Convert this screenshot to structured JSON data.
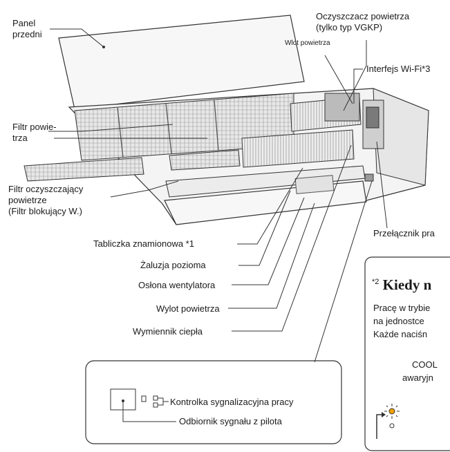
{
  "labels": {
    "front_panel": "Panel\nprzedni",
    "air_purifier": "Oczyszczacz powietrza\n(tylko typ VGKP)",
    "air_inlet": "Wlot powietrza",
    "wifi": "Interfejs Wi-Fi*3",
    "air_filter": "Filtr powie-\ntrza",
    "purifying_filter": "Filtr oczyszczający\npowietrze\n(Filtr blokujący W.)",
    "rating_plate": "Tabliczka znamionowa *1",
    "horizontal_louver": "Żaluzja pozioma",
    "fan_guard": "Osłona wentylatora",
    "air_outlet": "Wylot powietrza",
    "heat_exchanger": "Wymiennik ciepła",
    "switch": "Przełącznik pra"
  },
  "callout": {
    "indicator": "Kontrolka sygnalizacyjna pracy",
    "receiver": "Odbiornik sygnału z pilota"
  },
  "inset": {
    "title_mark": "*2",
    "title": "Kiedy n",
    "lines": [
      "Pracę w trybie",
      "na jednostce",
      "Każde naciśn"
    ],
    "mode_label": "COOL",
    "mode_sub": "awaryjn"
  },
  "colors": {
    "line": "#333333",
    "fill_light": "#f2f2f2",
    "fill_mid": "#d8d8d8",
    "fill_dark": "#9a9a9a"
  }
}
